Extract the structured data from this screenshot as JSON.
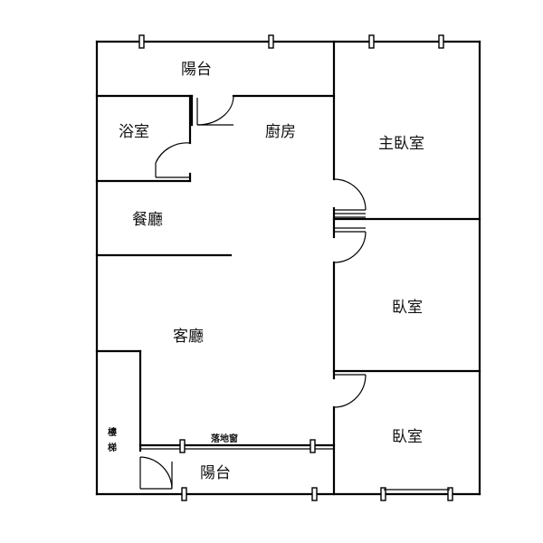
{
  "rooms": {
    "balcony_top": "陽台",
    "bathroom": "浴室",
    "kitchen": "廚房",
    "master_bedroom": "主臥室",
    "dining_room": "餐廳",
    "living_room": "客廳",
    "bedroom_middle": "臥室",
    "bedroom_bottom": "臥室",
    "balcony_bottom": "陽台"
  },
  "labels": {
    "stair_1": "樓",
    "stair_2": "梯",
    "floor_window": "落地窗"
  }
}
